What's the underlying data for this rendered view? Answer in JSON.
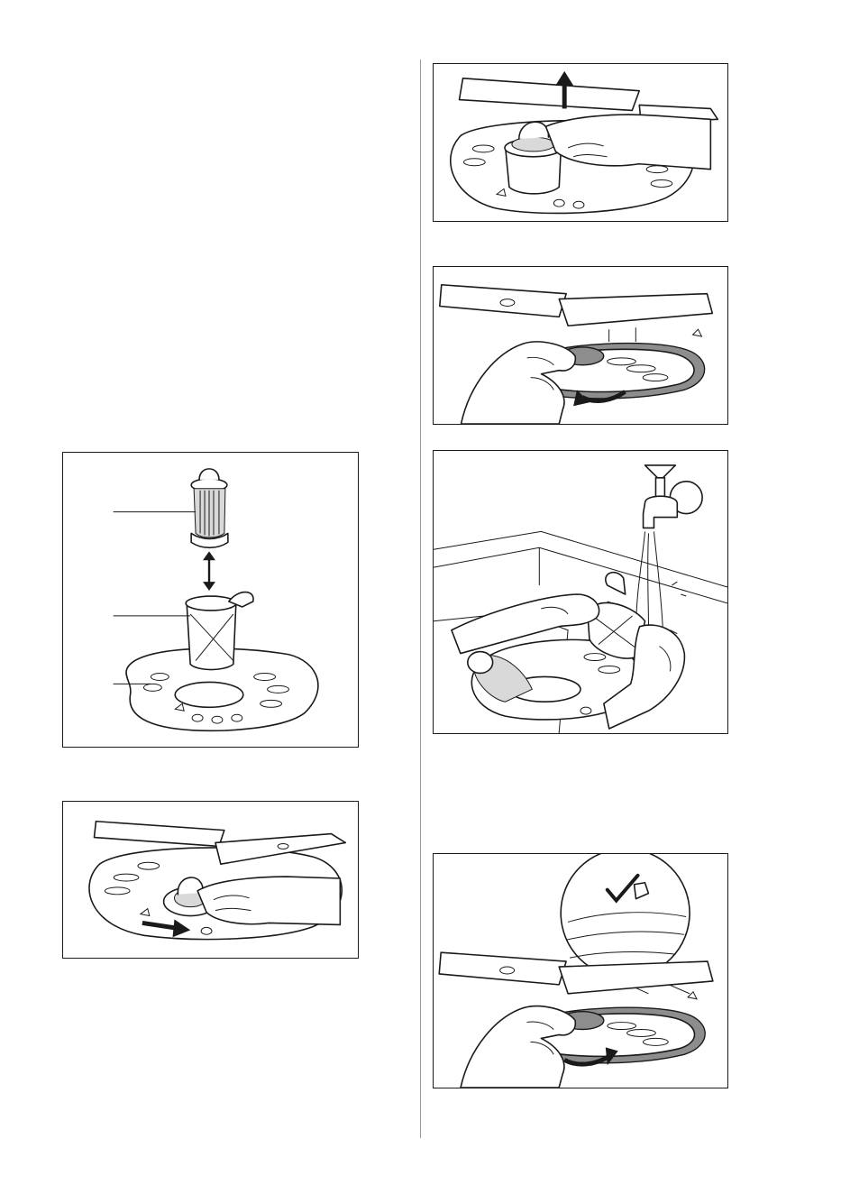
{
  "page": {
    "background": "#ffffff",
    "line_color": "#1a1a1a",
    "accent_grey": "#8d8d8d"
  },
  "figures": [
    {
      "id": "fig-filter-parts",
      "icon": "filter-assembly-exploded-icon",
      "callouts": [
        "",
        "",
        ""
      ]
    },
    {
      "id": "fig-turn-filter",
      "icon": "filter-turn-counterclockwise-icon"
    },
    {
      "id": "fig-lift-filter",
      "icon": "filter-lift-out-icon"
    },
    {
      "id": "fig-remove-flat-filter",
      "icon": "flat-filter-remove-icon"
    },
    {
      "id": "fig-rinse-filters",
      "icon": "filter-rinse-under-tap-icon"
    },
    {
      "id": "fig-refit-flat-filter",
      "icon": "flat-filter-refit-check-icon"
    }
  ],
  "footer": {
    "mark": ""
  }
}
